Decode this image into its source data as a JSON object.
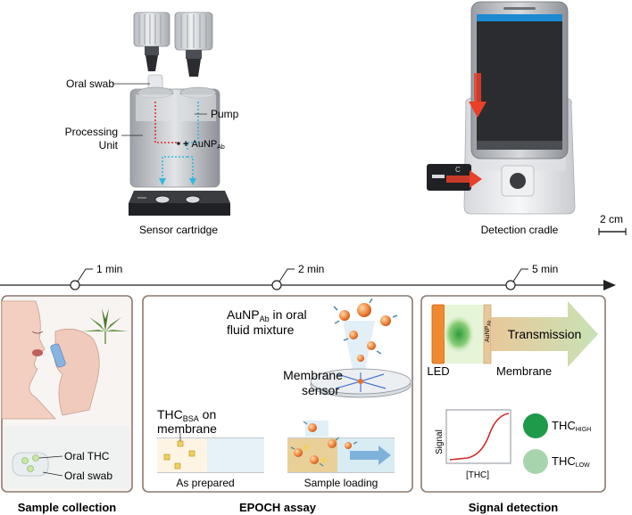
{
  "device": {
    "labels": {
      "oral_swab": "Oral swab",
      "pump": "Pump",
      "processing_unit_line1": "Processing",
      "processing_unit_line2": "Unit",
      "aunp_main": "AuNP",
      "aunp_sub": "Ab",
      "sensor_cartridge": "Sensor cartridge",
      "detection_cradle": "Detection cradle",
      "scale_bar": "2 cm"
    }
  },
  "timeline": {
    "markers": [
      {
        "label": "1 min"
      },
      {
        "label": "2 min"
      },
      {
        "label": "5 min"
      }
    ]
  },
  "panels": {
    "sample_collection": {
      "title": "Sample collection",
      "oral_thc": "Oral THC",
      "oral_swab": "Oral swab"
    },
    "epoch_assay": {
      "title": "EPOCH assay",
      "aunp_line1_main": "AuNP",
      "aunp_line1_sub": "Ab",
      "aunp_line1_rest": " in oral",
      "aunp_line2": "fluid mixture",
      "membrane_line1": "Membrane",
      "membrane_line2": "sensor",
      "thc_main": "THC",
      "thc_sub": "BSA",
      "thc_rest": " on",
      "thc_line2": "membrane",
      "as_prepared": "As prepared",
      "sample_loading": "Sample loading"
    },
    "signal_detection": {
      "title": "Signal detection",
      "led": "LED",
      "membrane": "Membrane",
      "aunp_main": "AuNP",
      "aunp_sub": "Ab",
      "transmission": "Transmission",
      "signal_axis": "Signal",
      "thc_axis": "[THC]",
      "thc_high_main": "THC",
      "thc_high_sub": "HIGH",
      "thc_low_main": "THC",
      "thc_low_sub": "LOW"
    }
  },
  "colors": {
    "dashed_red": "#e03030",
    "dashed_blue": "#30b8e0",
    "panel_border": "#8a7a70",
    "thc_high": "#1e9a4a",
    "thc_low": "#a8d4ad",
    "arrow_red": "#e8402a",
    "led_orange": "#f08a30"
  }
}
